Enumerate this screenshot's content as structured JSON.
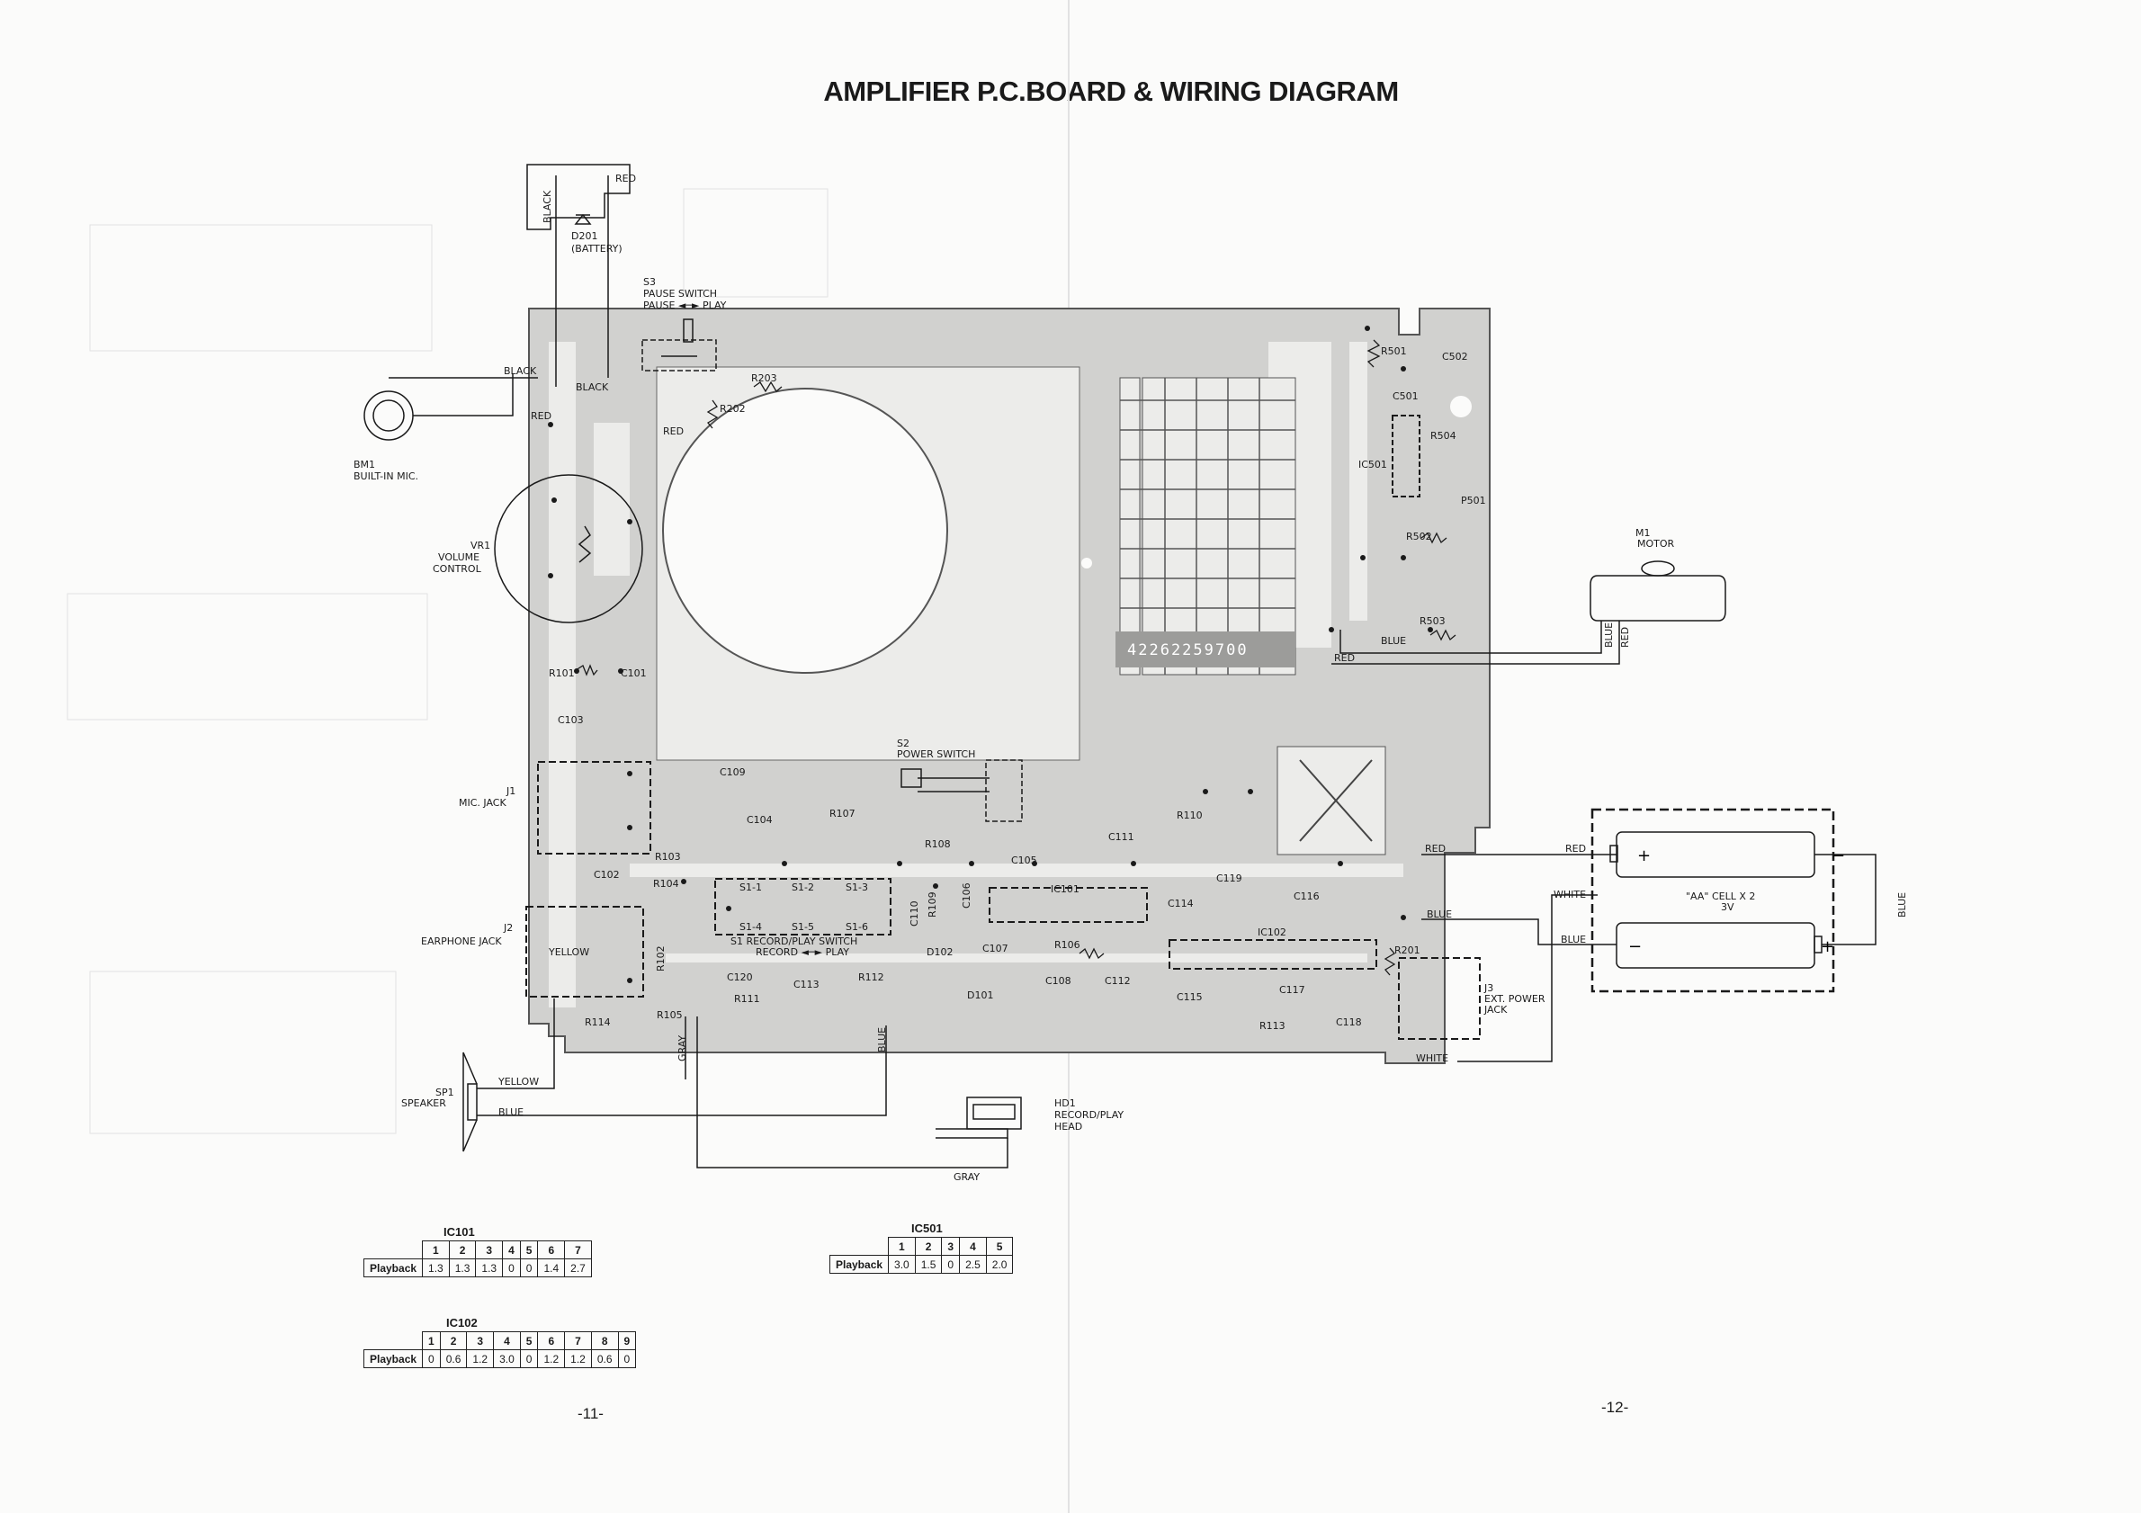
{
  "title": "AMPLIFIER P.C.BOARD & WIRING DIAGRAM",
  "board_number": "42262259700",
  "labels": {
    "d201": "D201",
    "battery": "(BATTERY)",
    "s3": "S3",
    "pause_switch": "PAUSE SWITCH",
    "pause_play": "PAUSE ◄─► PLAY",
    "bm1": "BM1",
    "builtin_mic": "BUILT-IN MIC.",
    "vr1": "VR1",
    "volume": "VOLUME",
    "control": "CONTROL",
    "j1": "J1",
    "mic_jack": "MIC. JACK",
    "j2": "J2",
    "earphone_jack": "EARPHONE JACK",
    "sp1": "SP1",
    "speaker": "SPEAKER",
    "s2": "S2",
    "power_switch": "POWER SWITCH",
    "s1_switch": "S1  RECORD/PLAY SWITCH",
    "record_play": "RECORD ◄─► PLAY",
    "hd1": "HD1",
    "record_play_head": "RECORD/PLAY",
    "head": "HEAD",
    "m1": "M1",
    "motor": "MOTOR",
    "j3": "J3",
    "ext_power": "EXT. POWER",
    "jack": "JACK",
    "cell": "\"AA\" CELL X 2",
    "volt": "3V",
    "ic101": "IC101",
    "ic102": "IC102",
    "ic501": "IC501"
  },
  "wires": {
    "black": "BLACK",
    "red": "RED",
    "yellow": "YELLOW",
    "blue": "BLUE",
    "gray": "GRAY",
    "white": "WHITE"
  },
  "components": {
    "r101": "R101",
    "c101": "C101",
    "c103": "C103",
    "c109": "C109",
    "c104": "C104",
    "r107": "R107",
    "r108": "R108",
    "c111": "C111",
    "r110": "R110",
    "c102": "C102",
    "r103": "R103",
    "r104": "R104",
    "c105": "C105",
    "c119": "C119",
    "c116": "C116",
    "c114": "C114",
    "r102": "R102",
    "c120": "C120",
    "r111": "R111",
    "c113": "C113",
    "r112": "R112",
    "c110": "C110",
    "r109": "R109",
    "c106": "C106",
    "d102": "D102",
    "d101": "D101",
    "c107": "C107",
    "r106": "R106",
    "c108": "C108",
    "c112": "C112",
    "r114": "R114",
    "r105": "R105",
    "c115": "C115",
    "r113": "R113",
    "c117": "C117",
    "c118": "C118",
    "r201": "R201",
    "r202": "R202",
    "r203": "R203",
    "r501": "R501",
    "c502": "C502",
    "c501": "C501",
    "r504": "R504",
    "p501": "P501",
    "r502": "R502",
    "r503": "R503",
    "s1_1": "S1-1",
    "s1_2": "S1-2",
    "s1_3": "S1-3",
    "s1_4": "S1-4",
    "s1_5": "S1-5",
    "s1_6": "S1-6"
  },
  "tables": {
    "ic101": {
      "title": "IC101",
      "row_label": "Playback",
      "pins": [
        "1",
        "2",
        "3",
        "4",
        "5",
        "6",
        "7"
      ],
      "values": [
        "1.3",
        "1.3",
        "1.3",
        "0",
        "0",
        "1.4",
        "2.7"
      ]
    },
    "ic501": {
      "title": "IC501",
      "row_label": "Playback",
      "pins": [
        "1",
        "2",
        "3",
        "4",
        "5"
      ],
      "values": [
        "3.0",
        "1.5",
        "0",
        "2.5",
        "2.0"
      ]
    },
    "ic102": {
      "title": "IC102",
      "row_label": "Playback",
      "pins": [
        "1",
        "2",
        "3",
        "4",
        "5",
        "6",
        "7",
        "8",
        "9"
      ],
      "values": [
        "0",
        "0.6",
        "1.2",
        "3.0",
        "0",
        "1.2",
        "1.2",
        "0.6",
        "0"
      ]
    }
  },
  "page_numbers": {
    "left": "-11-",
    "right": "-12-"
  }
}
